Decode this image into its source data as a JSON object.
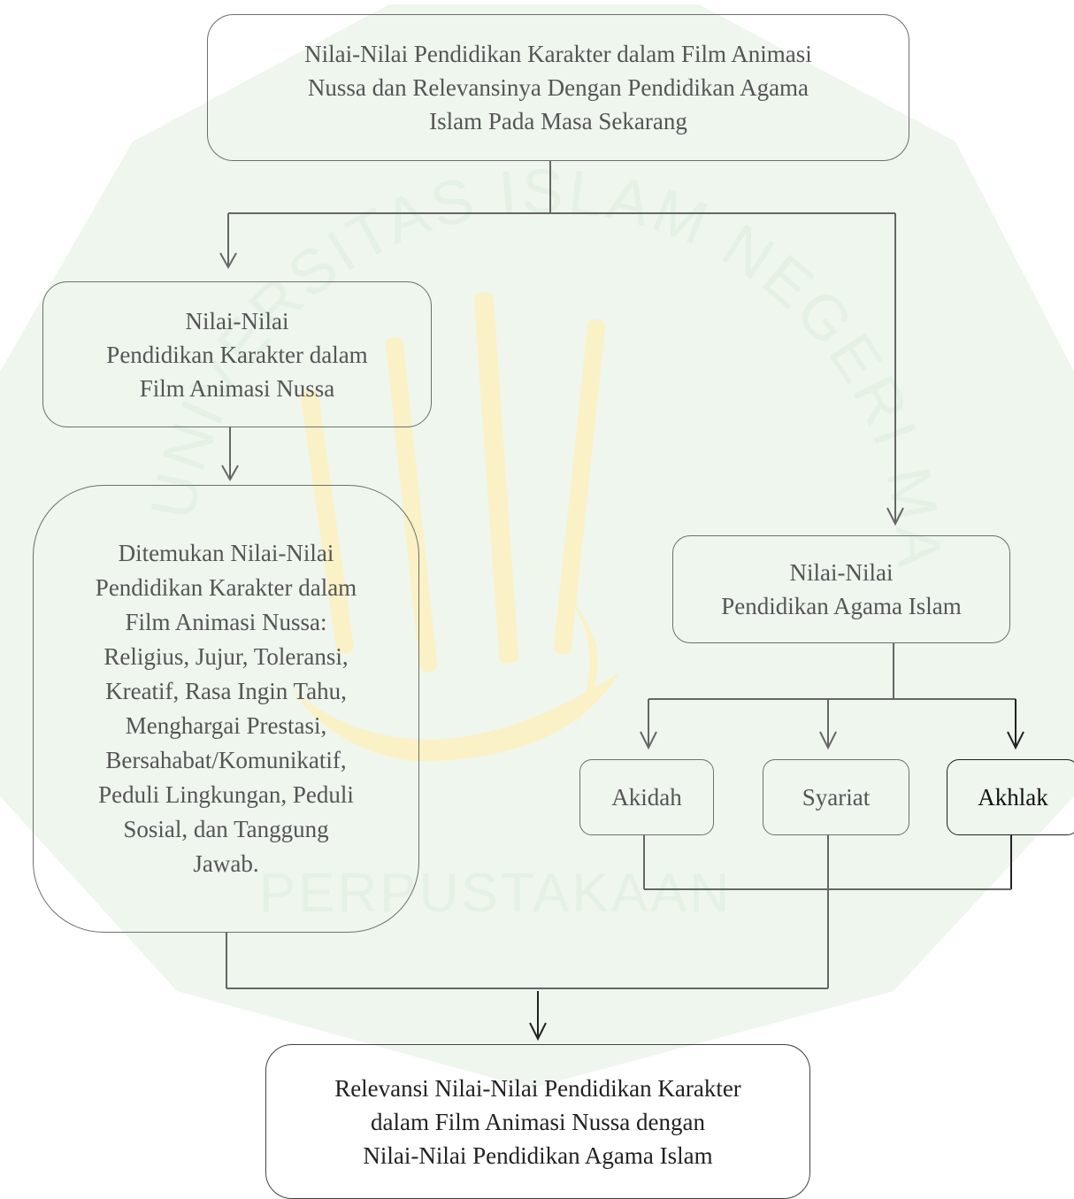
{
  "diagram": {
    "nodes": {
      "title": "Nilai-Nilai Pendidikan Karakter dalam Film Animasi\nNussa dan Relevansinya Dengan Pendidikan Agama\nIslam Pada Masa Sekarang",
      "nilai_karakter": "Nilai-Nilai\nPendidikan Karakter dalam\nFilm Animasi Nussa",
      "temuan": "Ditemukan Nilai-Nilai\nPendidikan Karakter dalam\nFilm Animasi Nussa:\nReligius, Jujur, Toleransi,\nKreatif, Rasa Ingin Tahu,\nMenghargai Prestasi,\nBersahabat/Komunikatif,\nPeduli Lingkungan, Peduli\nSosial, dan Tanggung\nJawab.",
      "nilai_pai": "Nilai-Nilai\nPendidikan Agama Islam",
      "akidah": "Akidah",
      "syariat": "Syariat",
      "akhlak": "Akhlak",
      "relevansi": "Relevansi Nilai-Nilai Pendidikan Karakter\ndalam Film Animasi Nussa dengan\nNilai-Nilai Pendidikan Agama Islam"
    },
    "edges": [
      {
        "from": "title",
        "to": "nilai_karakter"
      },
      {
        "from": "title",
        "to": "nilai_pai"
      },
      {
        "from": "nilai_karakter",
        "to": "temuan"
      },
      {
        "from": "nilai_pai",
        "to": "akidah"
      },
      {
        "from": "nilai_pai",
        "to": "syariat"
      },
      {
        "from": "nilai_pai",
        "to": "akhlak"
      },
      {
        "from": "temuan",
        "to": "relevansi"
      },
      {
        "from": "akidah",
        "to": "relevansi"
      },
      {
        "from": "syariat",
        "to": "relevansi"
      },
      {
        "from": "akhlak",
        "to": "relevansi"
      }
    ],
    "watermark": {
      "ring_text": "UNIVERSITAS ISLAM NEGERI MAULANA MALIK IBRAHIM",
      "bottom_text": "PERPUSTAKAAN",
      "colors": {
        "green": "#e4f1e4",
        "gold": "#fbf1c6"
      }
    },
    "colors": {
      "line": "#666666",
      "text": "#555555"
    }
  }
}
